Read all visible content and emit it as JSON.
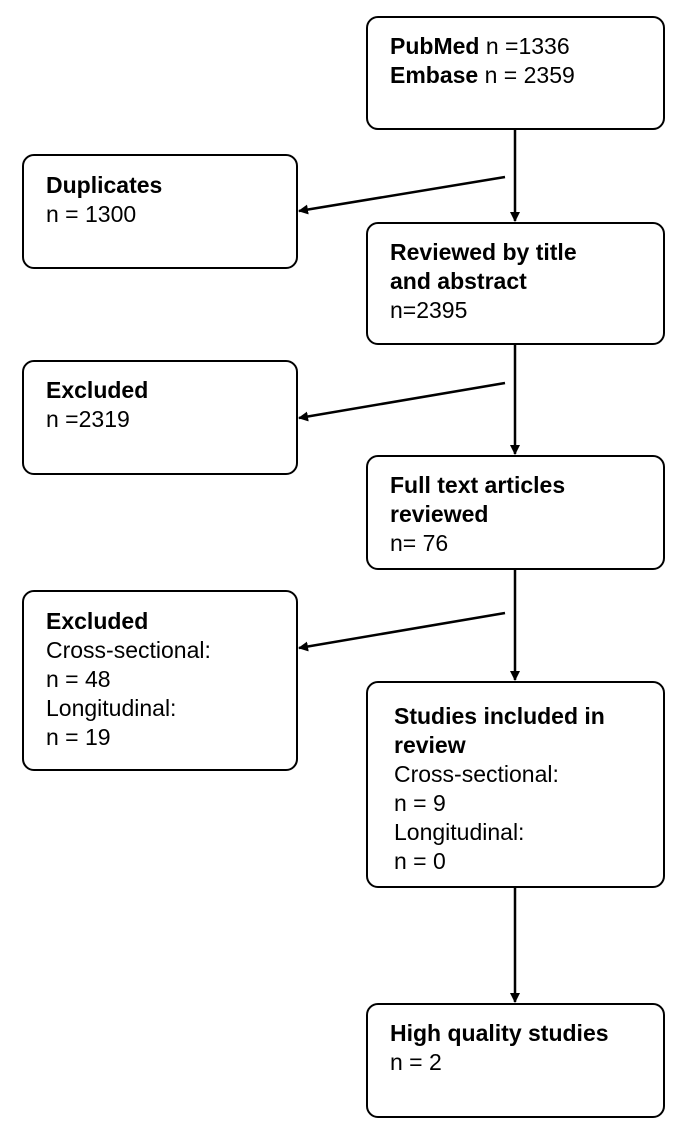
{
  "search": {
    "line1_bold": "PubMed",
    "line1_rest": " n =1336",
    "line2_bold": "Embase",
    "line2_rest": " n = 2359"
  },
  "duplicates": {
    "title": "Duplicates",
    "count": "n = 1300"
  },
  "reviewed": {
    "title_line1": "Reviewed by title",
    "title_line2": "and abstract",
    "count": "n=2395"
  },
  "excluded1": {
    "title": "Excluded",
    "count": "n =2319"
  },
  "fulltext": {
    "title_line1": "Full text articles",
    "title_line2": "reviewed",
    "count": "n= 76"
  },
  "excluded2": {
    "title": "Excluded",
    "line1": "Cross-sectional:",
    "line2": "n = 48",
    "line3": "Longitudinal:",
    "line4": "n = 19"
  },
  "included": {
    "title_line1": "Studies included in",
    "title_line2": "review",
    "line1": "Cross-sectional:",
    "line2": "n = 9",
    "line3": "Longitudinal:",
    "line4": "n = 0"
  },
  "high_quality": {
    "title": "High quality studies",
    "count": "n = 2"
  },
  "colors": {
    "stroke": "#000000",
    "fill": "#ffffff"
  }
}
